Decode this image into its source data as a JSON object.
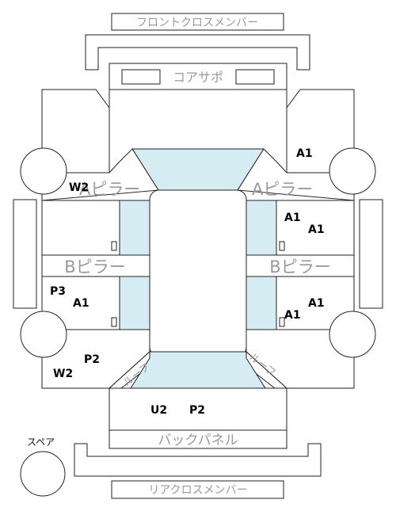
{
  "parts": {
    "front_cross_member": "フロントクロスメンバー",
    "core_support": "コアサポ",
    "a_pillar": "ピラー",
    "a_pillar_letter": "A",
    "b_pillar_left": "Bピラー",
    "b_pillar_right": "Bピラー",
    "roof": "ルーフ",
    "back_panel": "バックパネル",
    "rear_cross_member": "リアクロスメンバー",
    "spare": "スペア"
  },
  "damage_marks": {
    "w2_left_a_pillar": "W2",
    "a1_right_front_fender": "A1",
    "a1_right_front_door_1": "A1",
    "a1_right_front_door_2": "A1",
    "p3_left_rear_door": "P3",
    "a1_left_rear_door": "A1",
    "a1_right_rear_door_1": "A1",
    "a1_right_rear_door_2": "A1",
    "p2_left_quarter": "P2",
    "w2_left_quarter": "W2",
    "u2_trunk": "U2",
    "p2_trunk": "P2"
  },
  "colors": {
    "glass": "#d4ecf2",
    "outline": "#222222",
    "part_label": "#9a9a9a",
    "mark_label": "#000000"
  }
}
